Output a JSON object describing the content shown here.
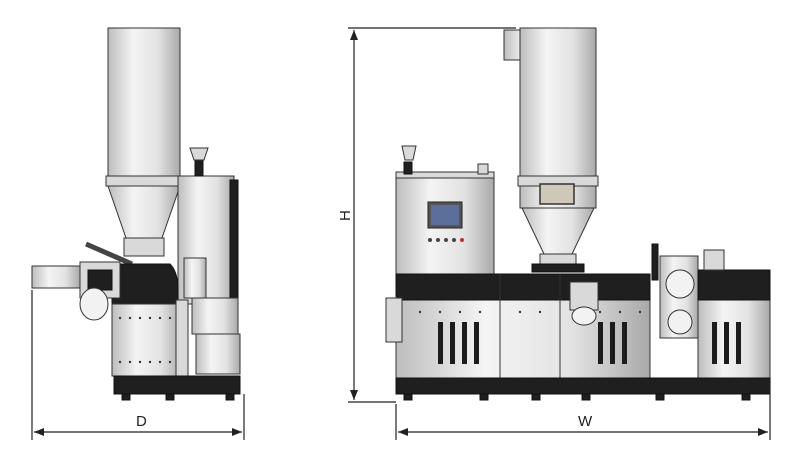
{
  "dimensions": {
    "depth_label": "D",
    "height_label": "H",
    "width_label": "W"
  },
  "colors": {
    "outline": "#222222",
    "dark_panel": "#1f1f1f",
    "metal_light": "#f4f4f4",
    "metal_mid": "#cfcfcf",
    "screen": "#5b6f9a"
  }
}
